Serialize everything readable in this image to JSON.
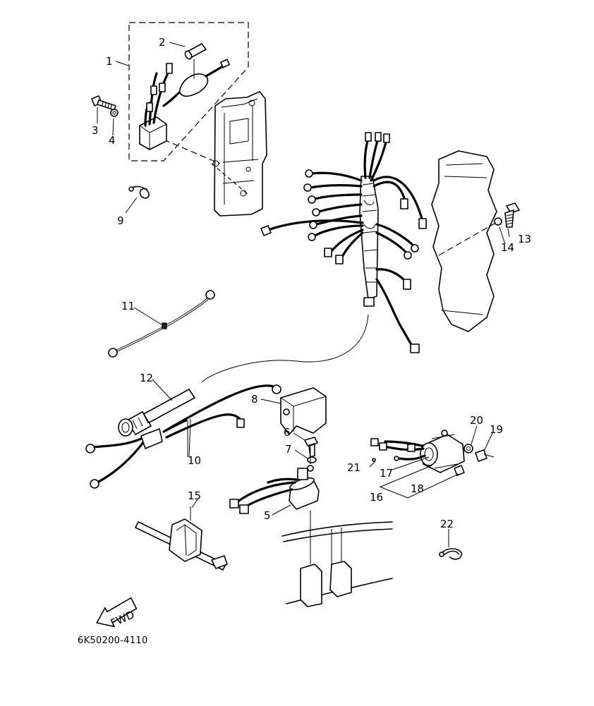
{
  "diagram": {
    "callouts": [
      "1",
      "2",
      "3",
      "4",
      "5",
      "6",
      "7",
      "8",
      "9",
      "10",
      "11",
      "12",
      "13",
      "14",
      "15",
      "16",
      "17",
      "18",
      "19",
      "20",
      "21",
      "22"
    ],
    "fwd_label": "FWD",
    "part_code": "6K50200-4110"
  }
}
